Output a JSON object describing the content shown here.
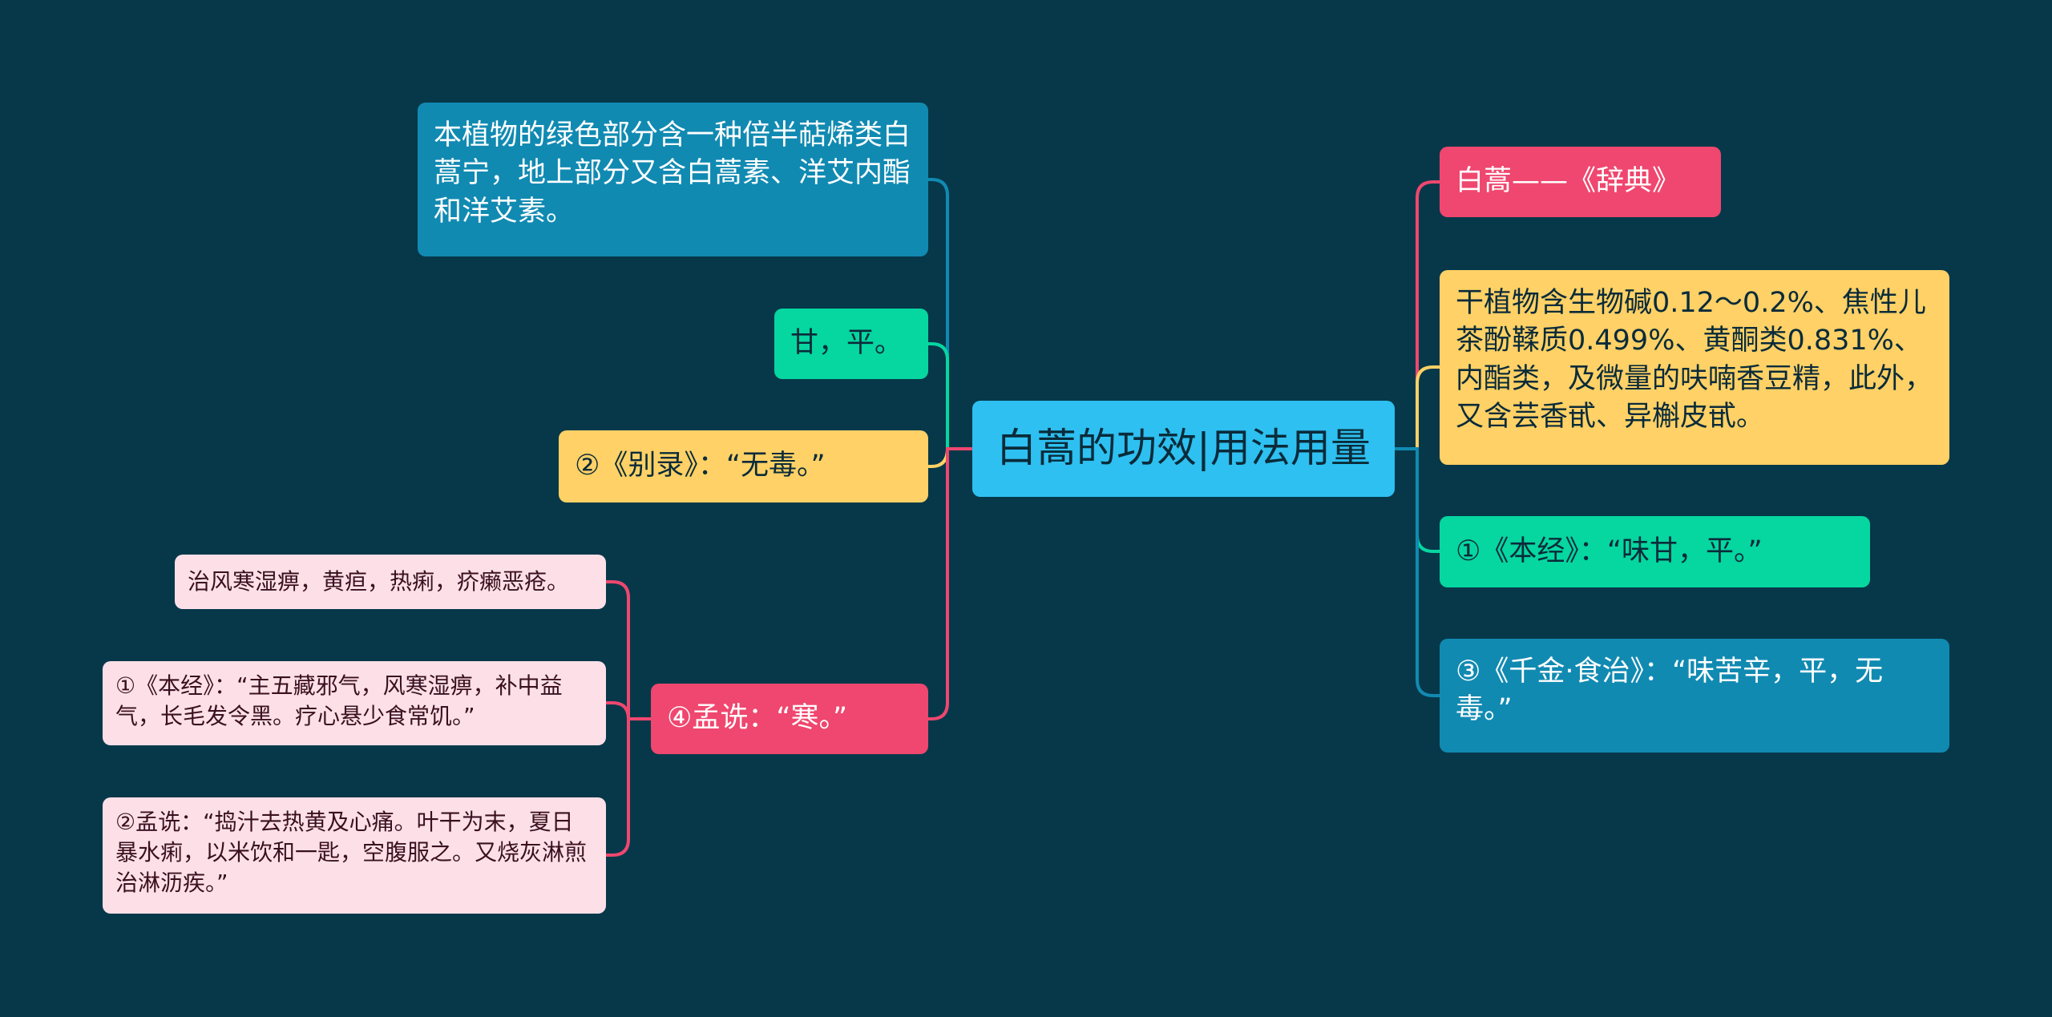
{
  "mindmap": {
    "center": "白蒿的功效|用法用量",
    "left": {
      "chem": "本植物的绿色部分含一种倍半萜烯类白蒿宁，地上部分又含白蒿素、洋艾内酯和洋艾素。",
      "gan": "甘，平。",
      "bielu": "②《别录》：“无毒。”",
      "mengshen": "④孟诜：“寒。”",
      "mengshen_children": [
        "治风寒湿痹，黄疸，热痢，疥癞恶疮。",
        "①《本经》：“主五藏邪气，风寒湿痹，补中益气，长毛发令黑。疗心悬少食常饥。”",
        "②孟诜：“捣汁去热黄及心痛。叶干为末，夏日暴水痢，以米饮和一匙，空腹服之。又烧灰淋煎治淋沥疾。”"
      ]
    },
    "right": {
      "cidian": "白蒿——《辞典》",
      "alkaloid": "干植物含生物碱0.12～0.2%、焦性儿茶酚鞣质0.499%、黄酮类0.831%、内酯类，及微量的呋喃香豆精，此外，又含芸香甙、异槲皮甙。",
      "benjing": "①《本经》：“味甘，平。”",
      "qianjin": "③《千金·食治》：“味苦辛，平，无毒。”"
    }
  },
  "colors": {
    "background": "#06384a",
    "center": "#2ec0f0",
    "blue": "#118ab2",
    "green": "#06d6a0",
    "yellow": "#ffd166",
    "red": "#ef476f",
    "pink": "#fde0e7"
  }
}
